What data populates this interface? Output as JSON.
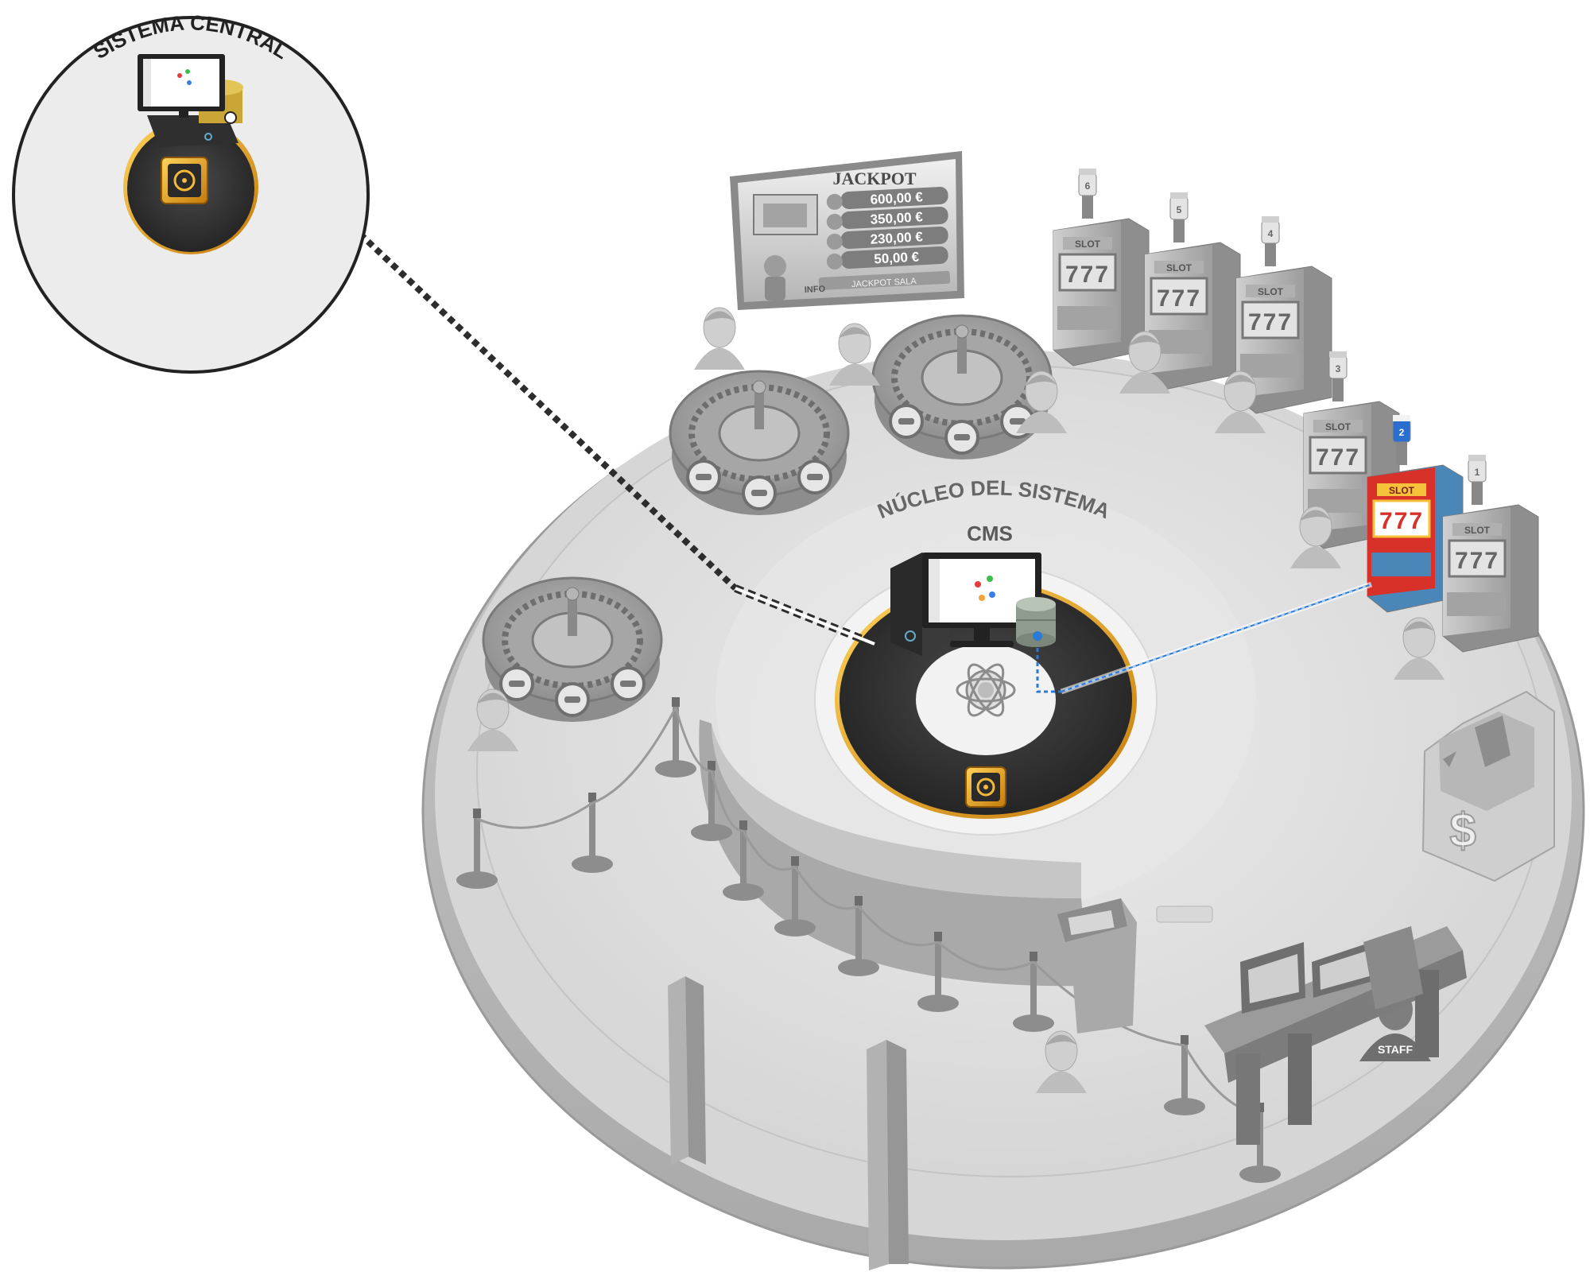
{
  "labels": {
    "central_system": "SISTEMA CENTRAL",
    "system_core": "NÚCLEO DEL SISTEMA",
    "cms": "CMS",
    "staff": "STAFF",
    "currency_symbol": "$"
  },
  "jackpot_board": {
    "title": "JACKPOT",
    "amounts": [
      "600,00 €",
      "350,00 €",
      "230,00 €",
      "50,00 €"
    ],
    "info_label": "INFO",
    "footer": "JACKPOT SALA"
  },
  "slot_machines": [
    {
      "number": "6",
      "label": "SLOT",
      "reels": "777"
    },
    {
      "number": "5",
      "label": "SLOT",
      "reels": "777"
    },
    {
      "number": "4",
      "label": "SLOT",
      "reels": "777"
    },
    {
      "number": "3",
      "label": "SLOT",
      "reels": "777"
    },
    {
      "number": "2",
      "label": "SLOT",
      "reels": "777",
      "highlighted": true
    },
    {
      "number": "1",
      "label": "SLOT",
      "reels": "777"
    }
  ],
  "colors": {
    "floor": "#dcdcdc",
    "floor_rim": "#bdbdbd",
    "core_ring": "#e39b1b",
    "core_dark": "#2f2f2f",
    "slot_highlight_red": "#d8312a",
    "slot_highlight_blue": "#4a86b8",
    "connection_blue": "#2a7ad6"
  }
}
